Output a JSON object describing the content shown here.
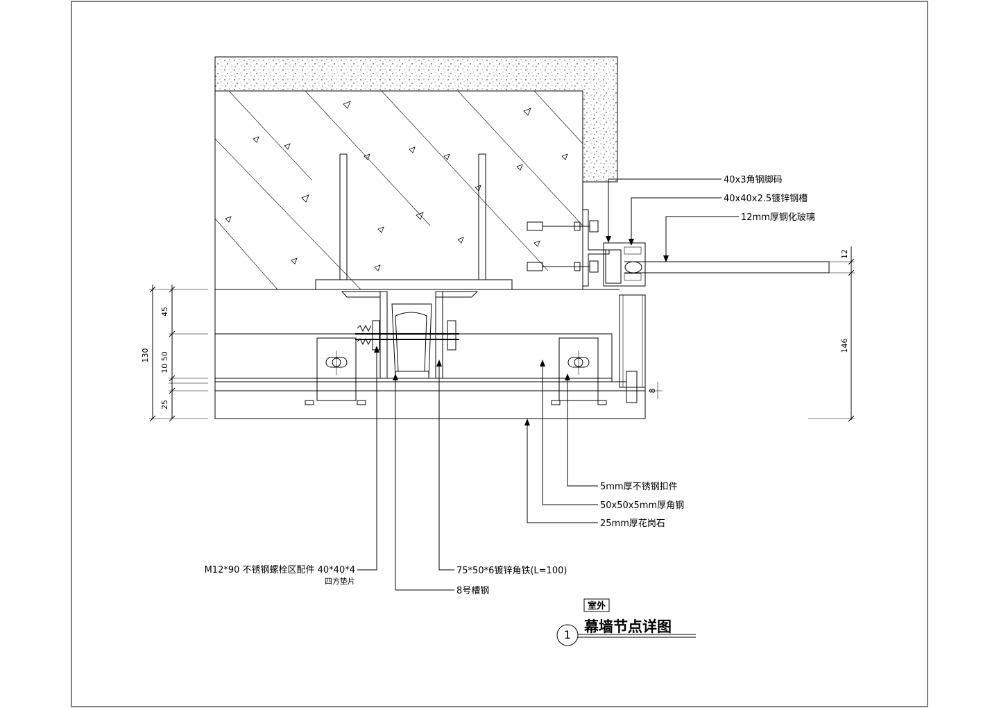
{
  "callouts_right": {
    "angle_bracket": "40x3角钢脚码",
    "steel_channel": "40x40x2.5镀锌钢槽",
    "glass": "12mm厚钢化玻璃"
  },
  "callouts_bottom": {
    "stainless_clip": "5mm厚不锈钢扣件",
    "angle_steel": "50x50x5mm厚角钢",
    "granite": "25mm厚花岗石",
    "bolt_line1": "M12*90 不锈钢螺栓区配件 40*40*4",
    "bolt_line2": "四方垫片",
    "galv_angle": "75*50*6镀锌角铁(L=100)",
    "channel_steel": "8号槽钢"
  },
  "dimensions": {
    "left_total": "130",
    "left_top": "45",
    "left_mid": "10 50",
    "left_bottom": "25",
    "right_glass": "12",
    "right_total": "146",
    "right_small": "8"
  },
  "title": {
    "tag": "室外",
    "number": "1",
    "text": "幕墙节点详图"
  }
}
